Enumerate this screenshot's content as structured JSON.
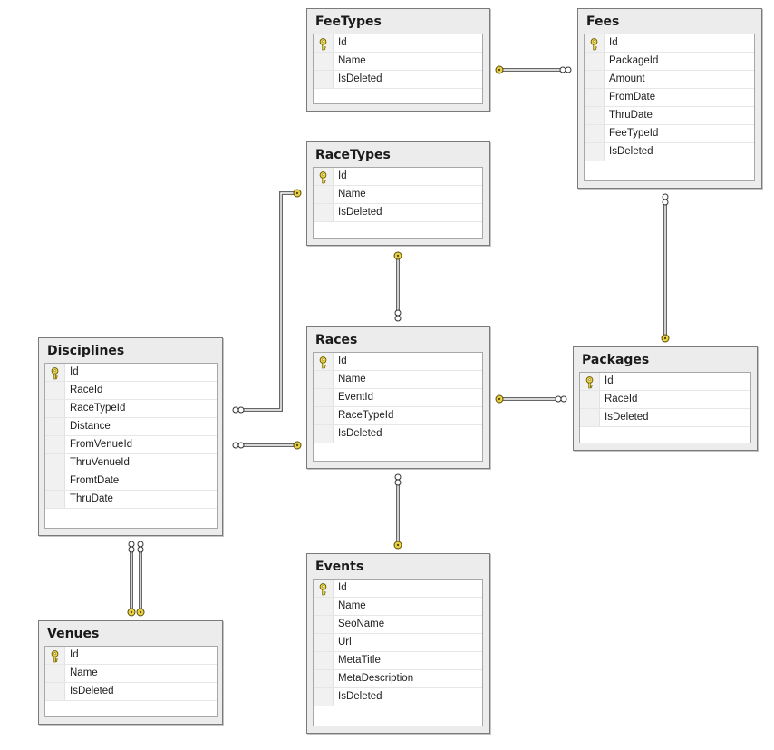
{
  "diagram": {
    "tables": [
      {
        "id": "feetypes",
        "name": "FeeTypes",
        "columns": [
          {
            "name": "Id",
            "pk": true
          },
          {
            "name": "Name"
          },
          {
            "name": "IsDeleted"
          }
        ]
      },
      {
        "id": "fees",
        "name": "Fees",
        "columns": [
          {
            "name": "Id",
            "pk": true
          },
          {
            "name": "PackageId"
          },
          {
            "name": "Amount"
          },
          {
            "name": "FromDate"
          },
          {
            "name": "ThruDate"
          },
          {
            "name": "FeeTypeId"
          },
          {
            "name": "IsDeleted"
          }
        ]
      },
      {
        "id": "racetypes",
        "name": "RaceTypes",
        "columns": [
          {
            "name": "Id",
            "pk": true
          },
          {
            "name": "Name"
          },
          {
            "name": "IsDeleted"
          }
        ]
      },
      {
        "id": "disciplines",
        "name": "Disciplines",
        "columns": [
          {
            "name": "Id",
            "pk": true
          },
          {
            "name": "RaceId"
          },
          {
            "name": "RaceTypeId"
          },
          {
            "name": "Distance"
          },
          {
            "name": "FromVenueId"
          },
          {
            "name": "ThruVenueId"
          },
          {
            "name": "FromtDate"
          },
          {
            "name": "ThruDate"
          }
        ]
      },
      {
        "id": "races",
        "name": "Races",
        "columns": [
          {
            "name": "Id",
            "pk": true
          },
          {
            "name": "Name"
          },
          {
            "name": "EventId"
          },
          {
            "name": "RaceTypeId"
          },
          {
            "name": "IsDeleted"
          }
        ]
      },
      {
        "id": "packages",
        "name": "Packages",
        "columns": [
          {
            "name": "Id",
            "pk": true
          },
          {
            "name": "RaceId"
          },
          {
            "name": "IsDeleted"
          }
        ]
      },
      {
        "id": "events",
        "name": "Events",
        "columns": [
          {
            "name": "Id",
            "pk": true
          },
          {
            "name": "Name"
          },
          {
            "name": "SeoName"
          },
          {
            "name": "Url"
          },
          {
            "name": "MetaTitle"
          },
          {
            "name": "MetaDescription"
          },
          {
            "name": "IsDeleted"
          }
        ]
      },
      {
        "id": "venues",
        "name": "Venues",
        "columns": [
          {
            "name": "Id",
            "pk": true
          },
          {
            "name": "Name"
          },
          {
            "name": "IsDeleted"
          }
        ]
      }
    ],
    "relationships": [
      {
        "from": "fees",
        "to": "feetypes"
      },
      {
        "from": "disciplines",
        "to": "racetypes"
      },
      {
        "from": "races",
        "to": "racetypes"
      },
      {
        "from": "disciplines",
        "to": "races"
      },
      {
        "from": "packages",
        "to": "races"
      },
      {
        "from": "fees",
        "to": "packages"
      },
      {
        "from": "races",
        "to": "events"
      },
      {
        "from": "disciplines",
        "to": "venues"
      },
      {
        "from": "disciplines",
        "to": "venues"
      }
    ],
    "colors": {
      "connector": "#666666",
      "key": "#e8d44a",
      "panel": "#ececec",
      "border": "#7a7a7a"
    }
  }
}
